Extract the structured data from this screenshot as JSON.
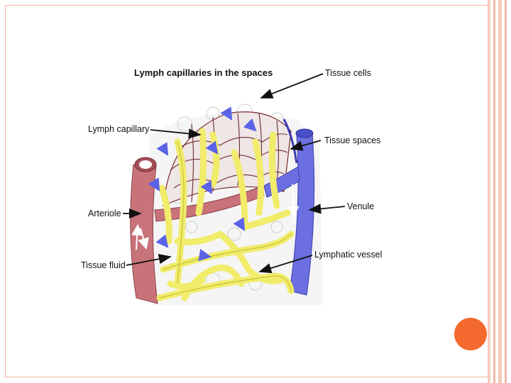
{
  "diagram": {
    "title": "Lymph capillaries in the spaces",
    "labels": {
      "tissue_cells": "Tissue cells",
      "lymph_capillary": "Lymph capillary",
      "tissue_spaces": "Tissue spaces",
      "arteriole": "Arteriole",
      "venule": "Venule",
      "tissue_fluid": "Tissue fluid",
      "lymphatic_vessel": "Lymphatic vessel"
    }
  },
  "colors": {
    "accent_orange": "#f4692e",
    "frame_border": "#f2b7a3",
    "arteriole": "#c8737a",
    "venule": "#6b6fe0",
    "lymph": "#f1ec6a",
    "arrow_blue": "#5a62e8"
  }
}
